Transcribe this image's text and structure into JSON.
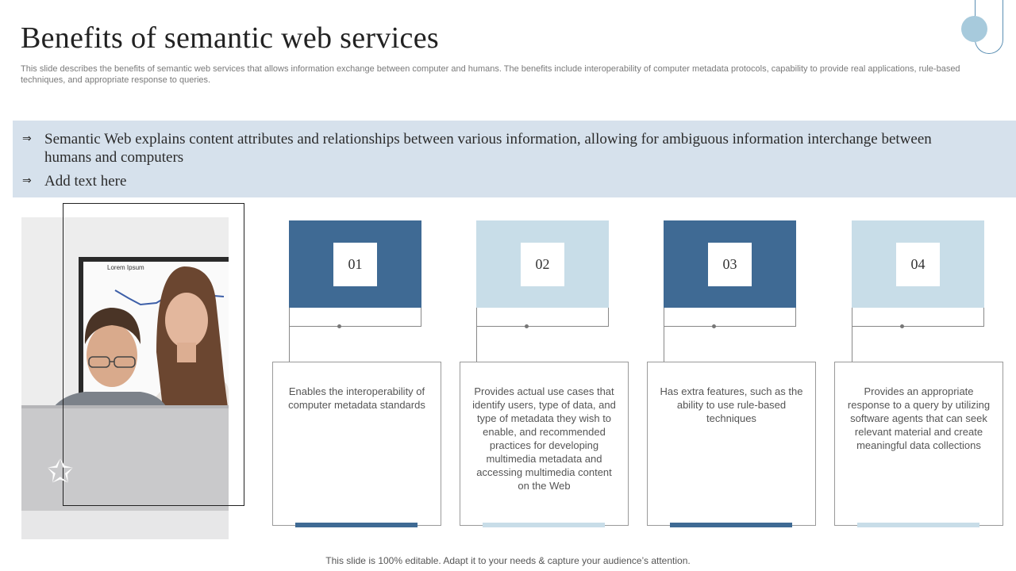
{
  "title": "Benefits of semantic web services",
  "subtitle": "This slide describes the benefits of semantic web services that allows information exchange between computer and humans. The benefits include interoperability of computer metadata protocols, capability to provide real applications, rule-based techniques, and appropriate response to queries.",
  "band": {
    "bullets": [
      "Semantic Web explains content attributes and relationships between various information, allowing for ambiguous information interchange between humans and computers",
      "Add text here"
    ]
  },
  "photo": {
    "chart_label": "Lorem Ipsum"
  },
  "cards": [
    {
      "number": "01",
      "text": "Enables the interoperability of computer metadata standards"
    },
    {
      "number": "02",
      "text": "Provides actual use cases that identify users, type of data, and type of metadata they wish to enable, and recommended practices for developing multimedia metadata and accessing multimedia content on the Web"
    },
    {
      "number": "03",
      "text": "Has extra features, such as the ability to use rule-based techniques"
    },
    {
      "number": "04",
      "text": "Provides an appropriate response to a query by utilizing software agents that can seek relevant material and create meaningful data collections"
    }
  ],
  "colors": {
    "dark_blue": "#3f6a94",
    "light_blue": "#c8dde8",
    "band": "#d6e1ec"
  },
  "footer": "This slide is 100% editable. Adapt it to your needs & capture your audience’s attention."
}
